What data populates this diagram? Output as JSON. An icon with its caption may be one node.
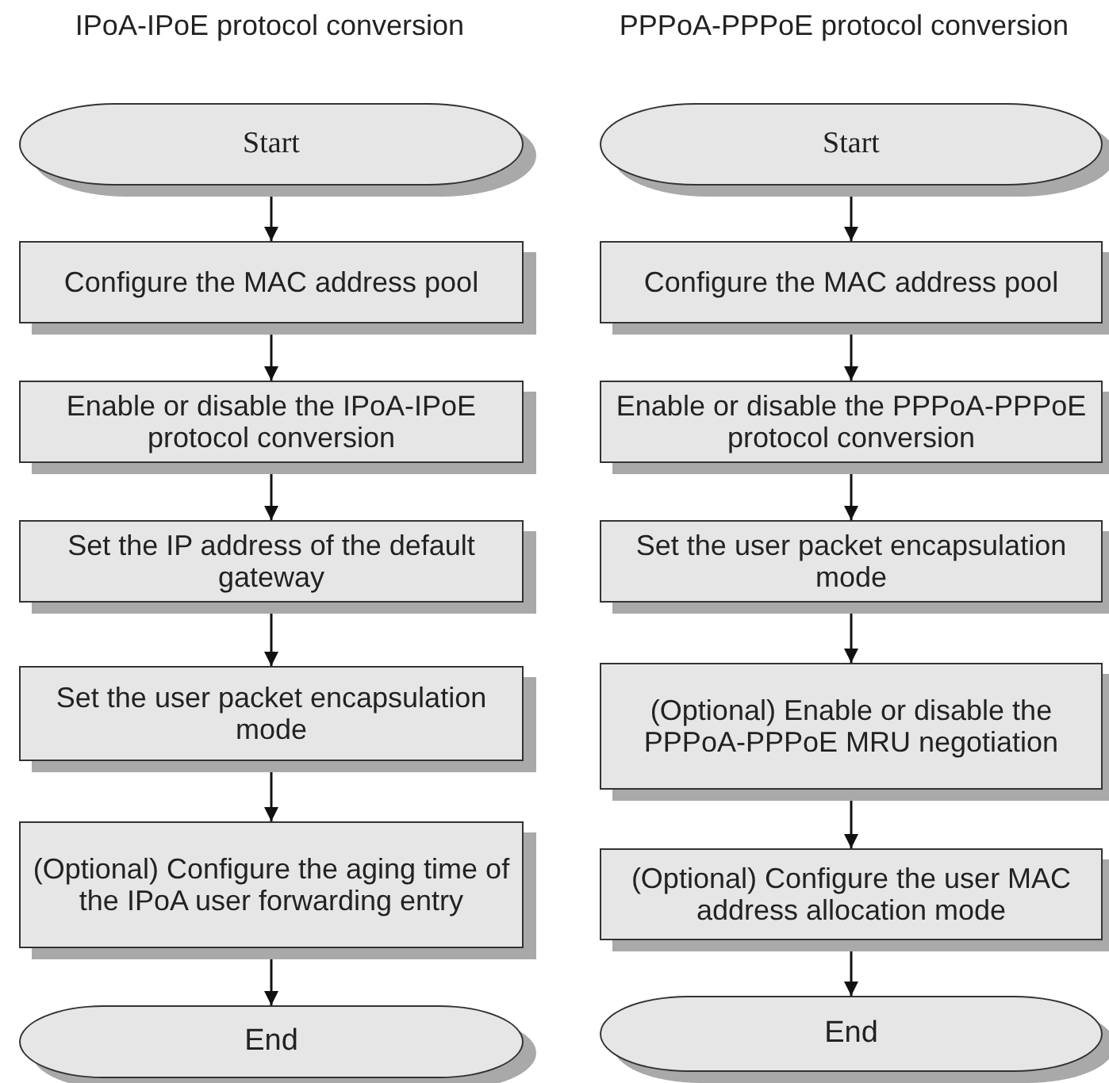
{
  "diagram": {
    "nodes": [
      {
        "text": [
          "Start"
        ]
      },
      {
        "text": [
          "Configure the MAC address pool"
        ]
      },
      {
        "text": [
          "Enable or disable the IPoA-IPoE protocol conversion"
        ]
      },
      {
        "text": [
          "Set the IP address of the default gateway"
        ]
      },
      {
        "text": [
          "Set the user packet encapsulation mode"
        ]
      },
      {
        "text": [
          "(Optional) Configure the aging time of the IPoA user forwarding entry"
        ]
      },
      {
        "text": [
          "End"
        ]
      },
      {
        "text": [
          "Start"
        ]
      },
      {
        "text": [
          "Configure the MAC address pool"
        ]
      },
      {
        "text": [
          "Enable or disable the PPPoA-PPPoE protocol conversion"
        ]
      },
      {
        "text": [
          "Set the user packet encapsulation mode"
        ]
      },
      {
        "text": [
          "(Optional) Enable or disable the PPPoA-PPPoE MRU negotiation"
        ]
      },
      {
        "text": [
          "(Optional) Configure the user MAC address allocation mode"
        ]
      },
      {
        "text": [
          "End"
        ]
      }
    ],
    "edges": [
      {
        "from": 0,
        "to": 1,
        "arrow": "to"
      },
      {
        "from": 1,
        "to": 2,
        "arrow": "to"
      },
      {
        "from": 2,
        "to": 3,
        "arrow": "to"
      },
      {
        "from": 3,
        "to": 4,
        "arrow": "to"
      },
      {
        "from": 4,
        "to": 5,
        "arrow": "to"
      },
      {
        "from": 5,
        "to": 6,
        "arrow": "to"
      },
      {
        "from": 7,
        "to": 8,
        "arrow": "to"
      },
      {
        "from": 8,
        "to": 9,
        "arrow": "to"
      },
      {
        "from": 9,
        "to": 10,
        "arrow": "to"
      },
      {
        "from": 10,
        "to": 11,
        "arrow": "to"
      },
      {
        "from": 11,
        "to": 12,
        "arrow": "to"
      },
      {
        "from": 12,
        "to": 13,
        "arrow": "to"
      }
    ],
    "labels": [
      "IPoA-IPoE protocol conversion",
      "PPPoA-PPPoE protocol conversion"
    ]
  }
}
